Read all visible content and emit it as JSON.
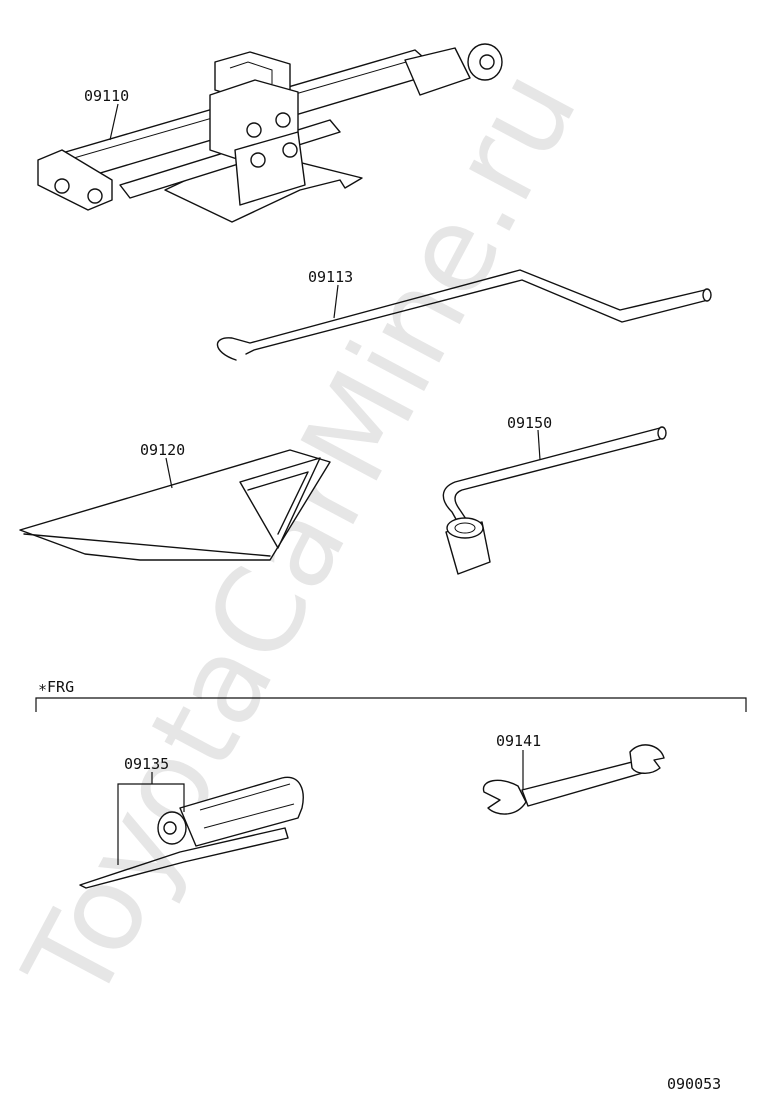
{
  "watermark": "ToyotaCarMine.ru",
  "diagram_code": "090053",
  "section_marker": "∗FRG",
  "parts": [
    {
      "id": "jack",
      "number": "09110"
    },
    {
      "id": "jack-handle",
      "number": "09113"
    },
    {
      "id": "tool-bag",
      "number": "09120"
    },
    {
      "id": "wheel-wrench",
      "number": "09150"
    },
    {
      "id": "screwdriver",
      "number": "09135"
    },
    {
      "id": "spanner",
      "number": "09141"
    }
  ]
}
